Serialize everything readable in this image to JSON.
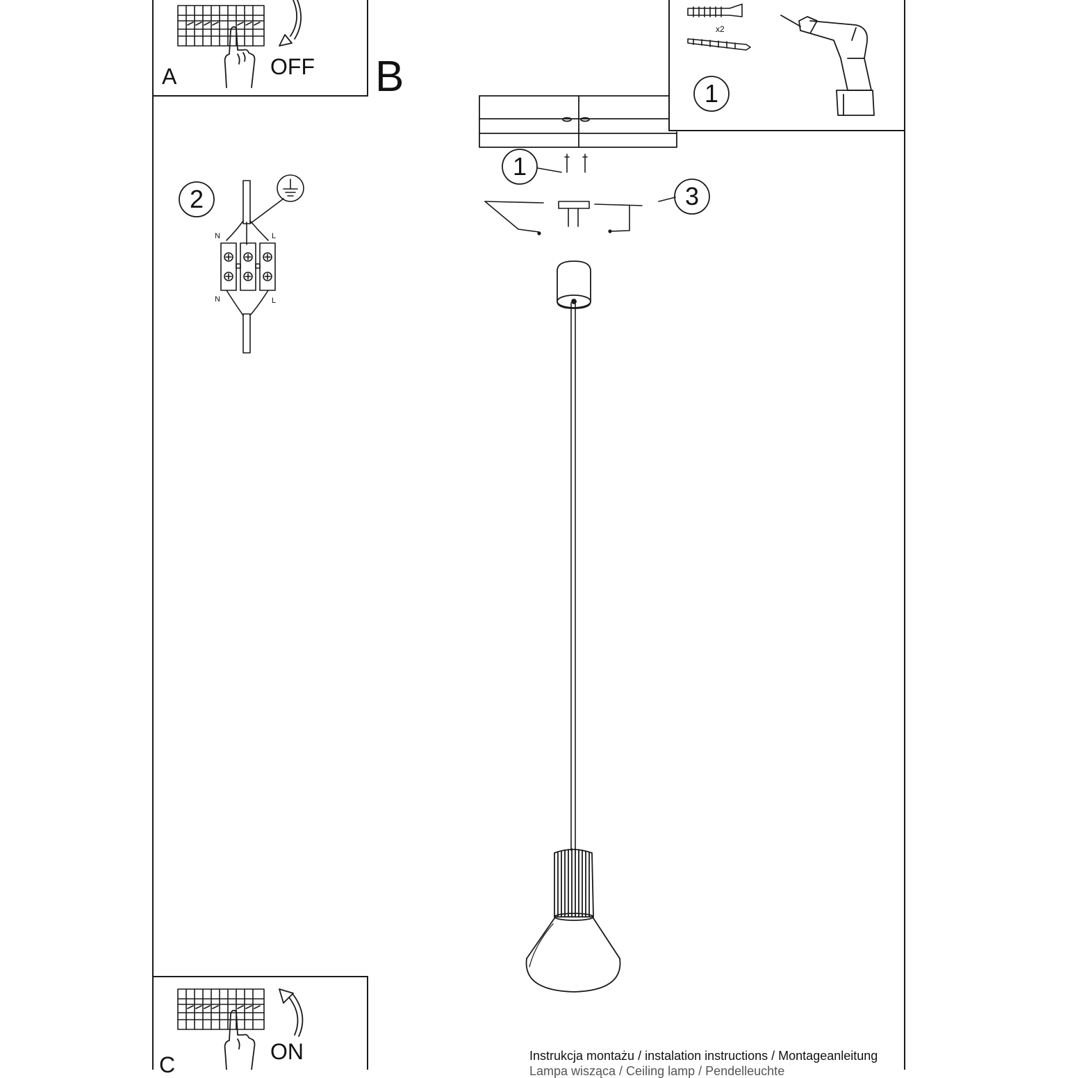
{
  "labels": {
    "step_a": "A",
    "step_a_state": "OFF",
    "step_b": "B",
    "step_c": "C",
    "step_c_state": "ON",
    "anchor_qty": "x2",
    "terminal_top_left": "N",
    "terminal_top_right": "L",
    "terminal_bottom_left": "N",
    "terminal_bottom_right": "L"
  },
  "callouts": {
    "drill_step": "1",
    "screws": "1",
    "wiring": "2",
    "bracket": "3"
  },
  "footer": {
    "line1": "Instrukcja montażu / instalation instructions / Montageanleitung",
    "line2": "Lampa wisząca / Ceiling lamp / Pendelleuchte"
  },
  "colors": {
    "line": "#1a1a1a",
    "paper": "#ffffff"
  }
}
